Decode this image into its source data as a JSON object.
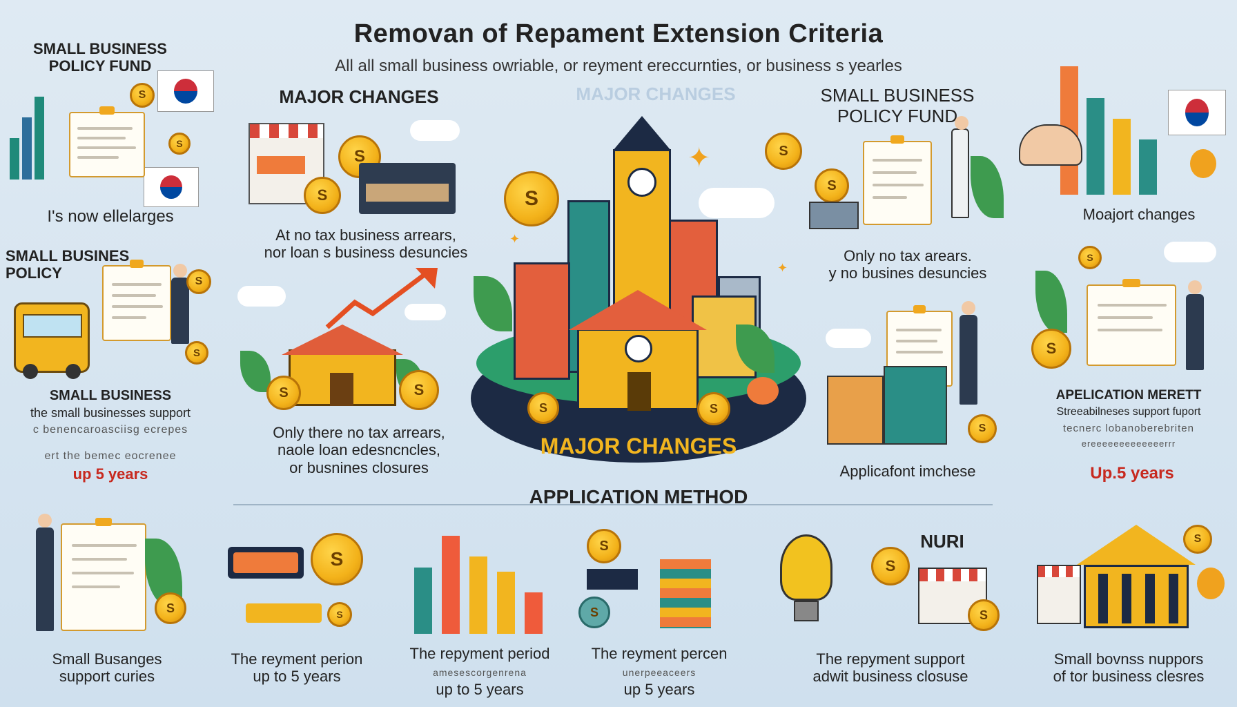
{
  "header": {
    "title": "Removan of Repament Extension Criteria",
    "subtitle": "All all small business owriable, or reyment ereccurnties, or business s yearles"
  },
  "left_col": {
    "top_heading": "SMALL BUSINESS\nPOLICY FUND",
    "top_caption": "I's now ellelarges",
    "mid_heading": "SMALL BUSINES\nPOLICY",
    "mid_title": "SMALL BUSINESS",
    "mid_sub": "the small businesses support",
    "mid_blur1": "c benencaroasciisg ecrepes",
    "mid_blur2": "ert the bemec eocrenee",
    "mid_red": "up 5 years"
  },
  "center_left": {
    "heading": "MAJOR CHANGES",
    "caption1": "At no tax business arrears,\nnor loan s business desuncies",
    "caption2": "Only there no tax arrears,\nnaole loan edesncncles,\nor busnines closures"
  },
  "center": {
    "ghost_heading": "MAJOR CHANGES",
    "banner": "MAJOR CHANGES",
    "method": "APPLICATION METHOD"
  },
  "center_right": {
    "heading": "SMALL BUSINESS\nPOLICY FUND",
    "caption1": "Only no tax arears.\ny no busines desuncies",
    "caption2": "Applicafont imchese"
  },
  "right_col": {
    "top_caption": "Moajort changes",
    "heading": "APELICATION MERETT",
    "sub1": "Streeabilneses support fuport",
    "sub2": "tecnerc lobanoberebriten",
    "sub3": "ereeeeeeeeeeeeerrr",
    "red": "Up.5 years"
  },
  "bottom": {
    "panel1": "Small Busanges\nsupport curies",
    "panel2": "The reyment perion\nup to 5 years",
    "panel3_a": "The repyment period",
    "panel3_b": "amesescorgenrena",
    "panel3_c": "up to 5 years",
    "panel4_a": "The reyment percen",
    "panel4_b": "unerpeeaceers",
    "panel4_c": "up 5 years",
    "panel5": "The repyment support\nadwit business closuse",
    "panel5_store": "NURI",
    "panel6": "Small bovnss nuppors\nof tor business clesres"
  },
  "icons": {
    "coin_symbol": "S",
    "flag": "korean-flag-icon"
  },
  "colors": {
    "background": "#d6e4f0",
    "accent_orange": "#f0a21e",
    "accent_red": "#c7291f",
    "teal": "#1f8a7a",
    "navy": "#1c2a44"
  }
}
